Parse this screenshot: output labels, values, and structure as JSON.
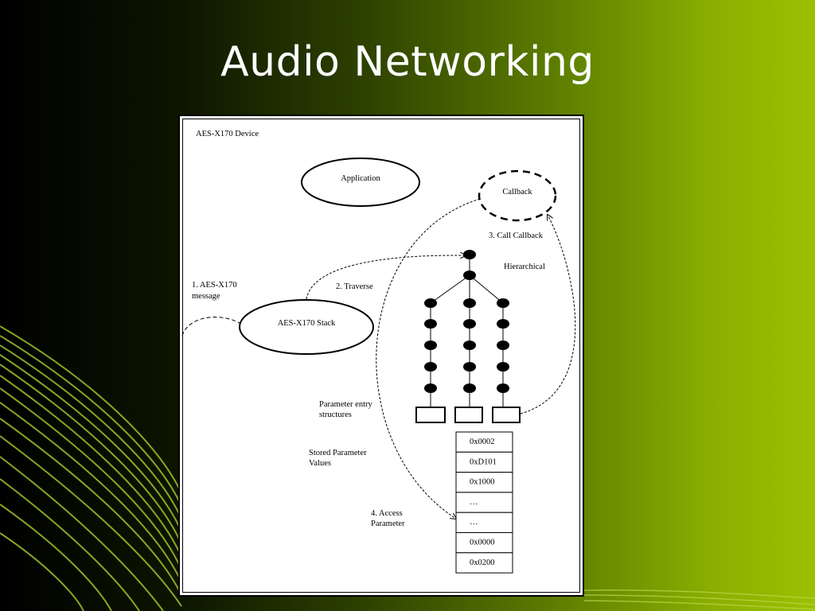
{
  "slide": {
    "title": "Audio Networking",
    "colors": {
      "dark": "#000000",
      "accent": "#9cc000",
      "swoosh": "#9fc22a"
    }
  },
  "diagram": {
    "device_label": "AES-X170 Device",
    "nodes": {
      "application": "Application",
      "callback": "Callback",
      "stack": "AES-X170 Stack"
    },
    "steps": {
      "message_line1": "1. AES-X170",
      "message_line2": "message",
      "traverse": "2. Traverse",
      "call_callback": "3. Call Callback",
      "access_line1": "4. Access",
      "access_line2": "Parameter"
    },
    "tree_label": "Hierarchical",
    "entry_label_line1": "Parameter entry",
    "entry_label_line2": "structures",
    "stored_label_line1": "Stored Parameter",
    "stored_label_line2": "Values",
    "stored_values": [
      "0x0002",
      "0xD101",
      "0x1000",
      "…",
      "…",
      "0x0000",
      "0x0200"
    ]
  }
}
